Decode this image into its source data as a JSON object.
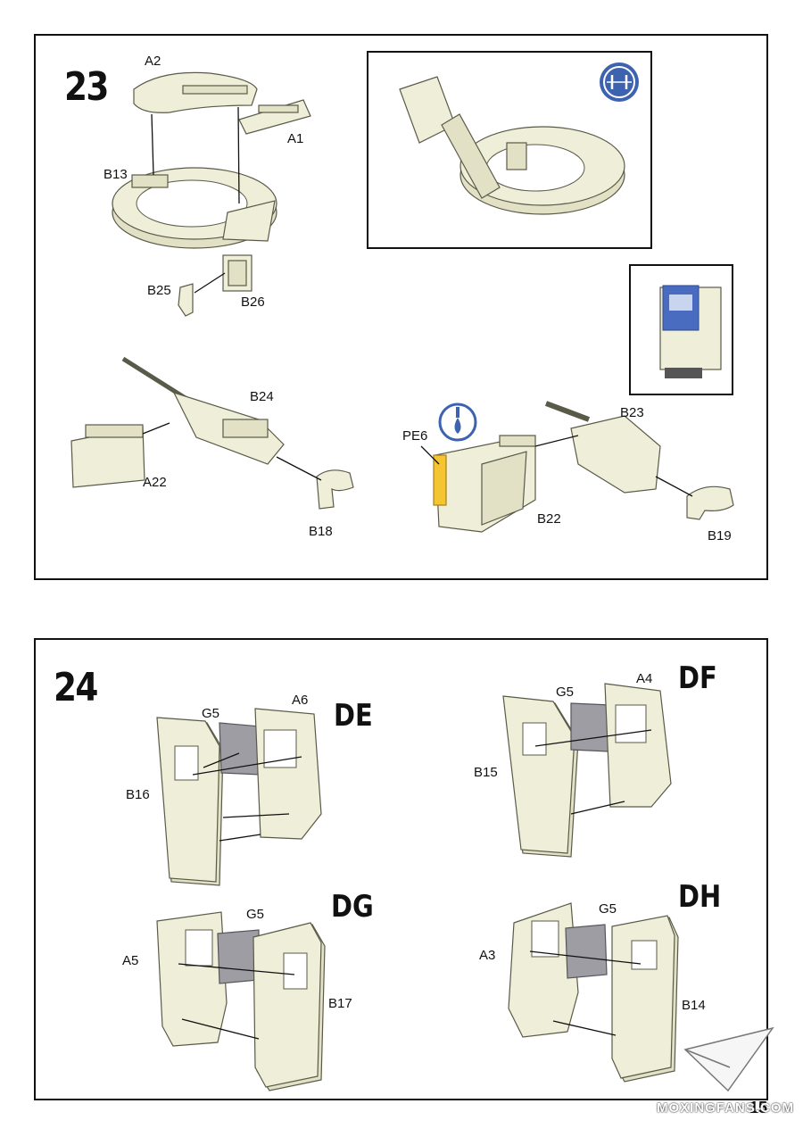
{
  "step23": {
    "number": "23",
    "labels": {
      "a2": "A2",
      "a1": "A1",
      "b13": "B13",
      "b25": "B25",
      "b26": "B26",
      "b24": "B24",
      "a22": "A22",
      "b18": "B18",
      "pe6": "PE6",
      "b23": "B23",
      "b22": "B22",
      "b19": "B19"
    },
    "icons": [
      "rotate-icon",
      "glue-drop-icon"
    ]
  },
  "step24": {
    "number": "24",
    "variants": {
      "de": {
        "code": "DE",
        "outer": "B16",
        "inner": "A6",
        "glass": "G5"
      },
      "df": {
        "code": "DF",
        "outer": "B15",
        "inner": "A4",
        "glass": "G5"
      },
      "dg": {
        "code": "DG",
        "outer": "B17",
        "inner": "A5",
        "glass": "G5"
      },
      "dh": {
        "code": "DH",
        "outer": "B14",
        "inner": "A3",
        "glass": "G5"
      }
    }
  },
  "footer": {
    "page": "15",
    "watermark": "MOXINGFANS.COM"
  }
}
